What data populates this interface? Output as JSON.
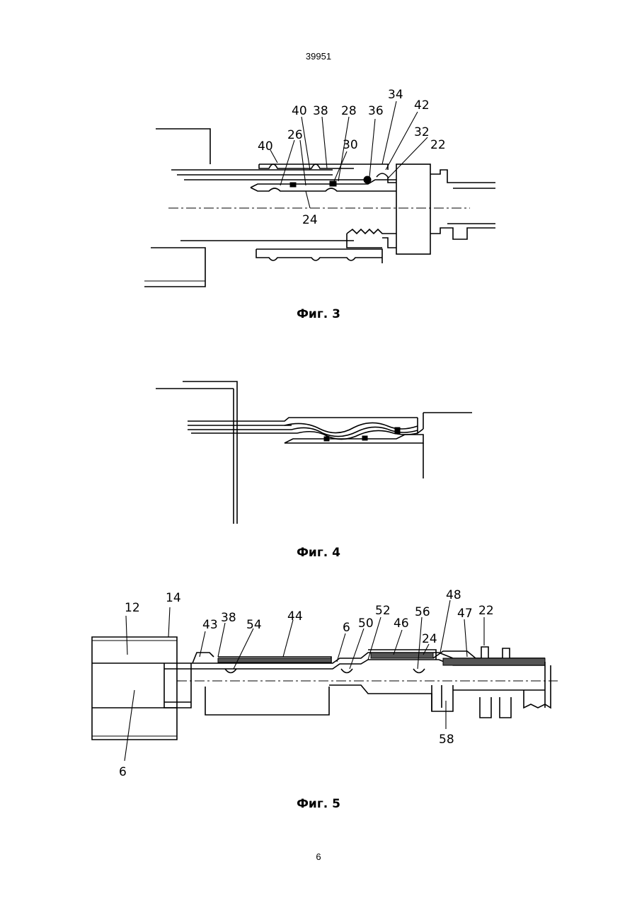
{
  "header": {
    "doc_number": "39951"
  },
  "figure3": {
    "caption": "Фиг. 3",
    "labels": [
      "40",
      "38",
      "28",
      "36",
      "34",
      "42",
      "26",
      "30",
      "32",
      "22",
      "40",
      "24"
    ]
  },
  "figure4": {
    "caption": "Фиг. 4"
  },
  "figure5": {
    "caption": "Фиг. 5",
    "labels": [
      "12",
      "14",
      "43",
      "38",
      "54",
      "44",
      "6",
      "50",
      "52",
      "46",
      "56",
      "48",
      "47",
      "22",
      "24",
      "58",
      "6"
    ]
  },
  "footer": {
    "page_number": "6"
  }
}
